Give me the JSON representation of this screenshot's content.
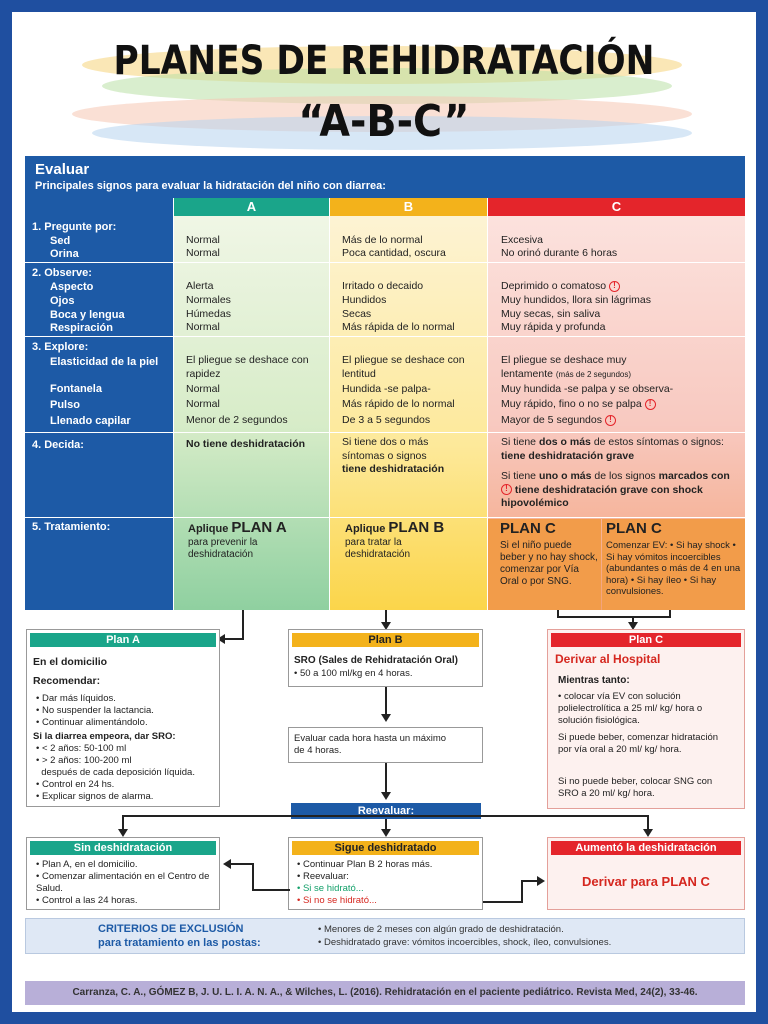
{
  "title": {
    "line1": "PLANES DE REHIDRATACIÓN",
    "line2": "“A-B-C”"
  },
  "evaluar": {
    "title": "Evaluar",
    "subtitle": "Principales signos para evaluar la hidratación del niño con diarrea:"
  },
  "columns": {
    "a": "A",
    "b": "B",
    "c": "C"
  },
  "rows": {
    "pregunte": {
      "label": "1.  Pregunte por:",
      "items": [
        "Sed",
        "Orina"
      ],
      "a": [
        "Normal",
        "Normal"
      ],
      "b": [
        "Más de lo normal",
        "Poca cantidad, oscura"
      ],
      "c": [
        "Excesiva",
        "No orinó durante 6 horas"
      ]
    },
    "observe": {
      "label": "2.  Observe:",
      "items": [
        "Aspecto",
        "Ojos",
        "Boca y lengua",
        "Respiración"
      ],
      "a": [
        "Alerta",
        "Normales",
        "Húmedas",
        "Normal"
      ],
      "b": [
        "Irritado o decaido",
        "Hundidos",
        "Secas",
        "Más rápida de lo normal"
      ],
      "c": [
        "Deprimido o comatoso",
        "Muy hundidos, llora sin lágrimas",
        "Muy secas, sin saliva",
        "Muy rápida y profunda"
      ]
    },
    "explore": {
      "label": "3.  Explore:",
      "items": [
        "Elasticidad de la piel",
        "Fontanela",
        "Pulso",
        "Llenado capilar"
      ],
      "a": [
        "El pliegue se deshace con rapidez",
        "Normal",
        "Normal",
        "Menor de 2 segundos"
      ],
      "b": [
        "El pliegue se deshace con lentitud",
        "Hundida -se palpa-",
        "Más rápido de lo normal",
        "De 3 a 5 segundos"
      ],
      "c1": "El pliegue se deshace muy lentamente",
      "c1_small": "(más de 2 segundos)",
      "c2": "Muy hundida -se palpa y se observa-",
      "c3": "Muy rápido, fino o no se palpa",
      "c4": "Mayor de 5 segundos"
    },
    "decida": {
      "label": "4.  Decida:",
      "a": "No tiene deshidratación",
      "b_pre": "Si tiene dos o más síntomas o signos",
      "b_bold": "tiene deshidratación",
      "c1_pre": "Si tiene",
      "c1_bold": "dos o más",
      "c1_mid": "de estos síntomas o signos:",
      "c1_bold2": "tiene deshidratación grave",
      "c2_pre": "Si tiene",
      "c2_bold": "uno o más",
      "c2_mid": "de los signos",
      "c2_bold2": "marcados con",
      "c2_bold3": "tiene deshidratación grave con shock hipovolémico"
    },
    "tratamiento": {
      "label": "5.  Tratamiento:",
      "a_pre": "Aplique",
      "a_plan": "PLAN A",
      "a_desc": "para prevenir la deshidratación",
      "b_pre": "Aplique",
      "b_plan": "PLAN B",
      "b_desc": "para tratar la deshidratación",
      "c1_plan": "PLAN C",
      "c1_desc": "Si el niño puede beber y no hay shock, comenzar por Vía Oral o por SNG.",
      "c2_plan": "PLAN C",
      "c2_desc": "Comenzar EV: • Si hay shock • Si hay vómitos incoercibles (abundantes o más de 4 en una hora) • Si hay íleo • Si hay convulsiones."
    }
  },
  "planA": {
    "header": "Plan A",
    "where": "En el domicilio",
    "rec": "Recomendar:",
    "items": [
      "• Dar más líquidos.",
      "• No suspender la lactancia.",
      "• Continuar alimentándolo."
    ],
    "sro": "Si la diarrea empeora, dar SRO:",
    "items2": [
      "• < 2 años: 50-100 ml",
      "• > 2 años: 100-200 ml",
      "  después de cada deposición líquida.",
      "• Control en 24 hs.",
      "• Explicar signos de alarma."
    ]
  },
  "planB": {
    "header": "Plan B",
    "sro": "SRO (Sales de Rehidratación Oral)",
    "dose": "• 50 a 100 ml/kg en 4 horas.",
    "eval": "Evaluar cada hora hasta un máximo de 4 horas."
  },
  "planC": {
    "header": "Plan C",
    "derivar": "Derivar al Hospital",
    "mientras": "Mientras tanto:",
    "p1": "• colocar vía EV con solución polielectrolítica a 25 ml/ kg/ hora o solución fisiológica.",
    "p2": "Si puede beber, comenzar hidratación por vía oral a 20 ml/ kg/ hora.",
    "p3": "Si no puede beber, colocar SNG con SRO a 20 ml/ kg/ hora."
  },
  "reevaluar": "Reevaluar:",
  "sinDesh": {
    "header": "Sin deshidratación",
    "items": [
      "• Plan A, en el domicilio.",
      "• Comenzar alimentación en el Centro de Salud.",
      "• Control a las 24 horas."
    ]
  },
  "sigue": {
    "header": "Sigue deshidratado",
    "items": [
      "• Continuar Plan B 2 horas más.",
      "• Reevaluar:"
    ],
    "green": "• Si se hidrató...",
    "red": "• Si no se hidrató..."
  },
  "aumento": {
    "header": "Aumentó la deshidratación",
    "text": "Derivar para PLAN C"
  },
  "criterios": {
    "title1": "CRITERIOS DE EXCLUSIÓN",
    "title2": "para tratamiento en las postas:",
    "items": [
      "• Menores de 2 meses con algún grado de deshidratación.",
      "• Deshidratado grave: vómitos incoercibles, shock, íleo, convulsiones."
    ]
  },
  "citation": "Carranza, C. A., GÓMEZ B, J. U. L. I. A. N. A., & Wilches, L. (2016). Rehidratación en el paciente pediátrico. Revista Med, 24(2), 33-46.",
  "colors": {
    "blue": "#1d5aa6",
    "green": "#1aa58a",
    "yellow": "#f3b21b",
    "red": "#e4252b",
    "orange": "#f29c4a"
  },
  "icons": [
    "warning-icon",
    "arrow-icon"
  ]
}
